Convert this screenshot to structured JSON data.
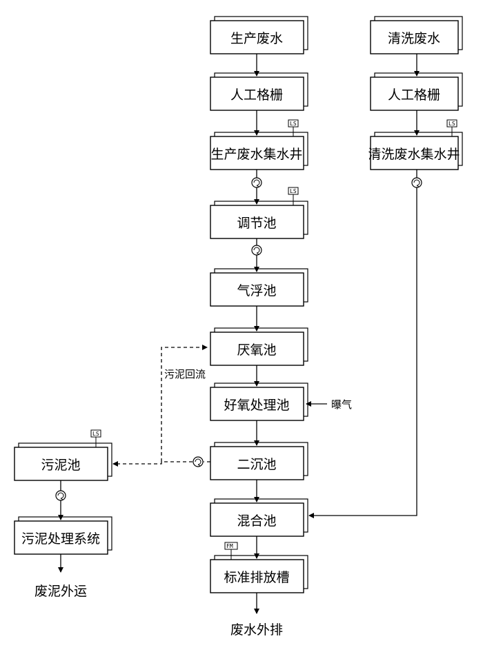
{
  "nodes": {
    "prod_wastewater": "生产废水",
    "prod_screen": "人工格栅",
    "prod_sump": "生产废水集水井",
    "equalization": "调节池",
    "flotation": "气浮池",
    "anoxic": "厌氧池",
    "aerobic": "好氧处理池",
    "clarifier": "二沉池",
    "mixing": "混合池",
    "discharge_tank": "标准排放槽",
    "clean_wastewater": "清洗废水",
    "clean_screen": "人工格栅",
    "clean_sump": "清洗废水集水井",
    "sludge_tank": "污泥池",
    "sludge_system": "污泥处理系统"
  },
  "annotations": {
    "sludge_return": "污泥回流",
    "aeration": "曝气",
    "sludge_out": "废泥外运",
    "water_out": "废水外排"
  },
  "tags": {
    "level_sensor": "LS",
    "flow_meter": "FM"
  },
  "icons": {
    "pump": "pump-icon",
    "level_sensor": "level-sensor-icon",
    "flow_meter": "flow-meter-icon"
  }
}
